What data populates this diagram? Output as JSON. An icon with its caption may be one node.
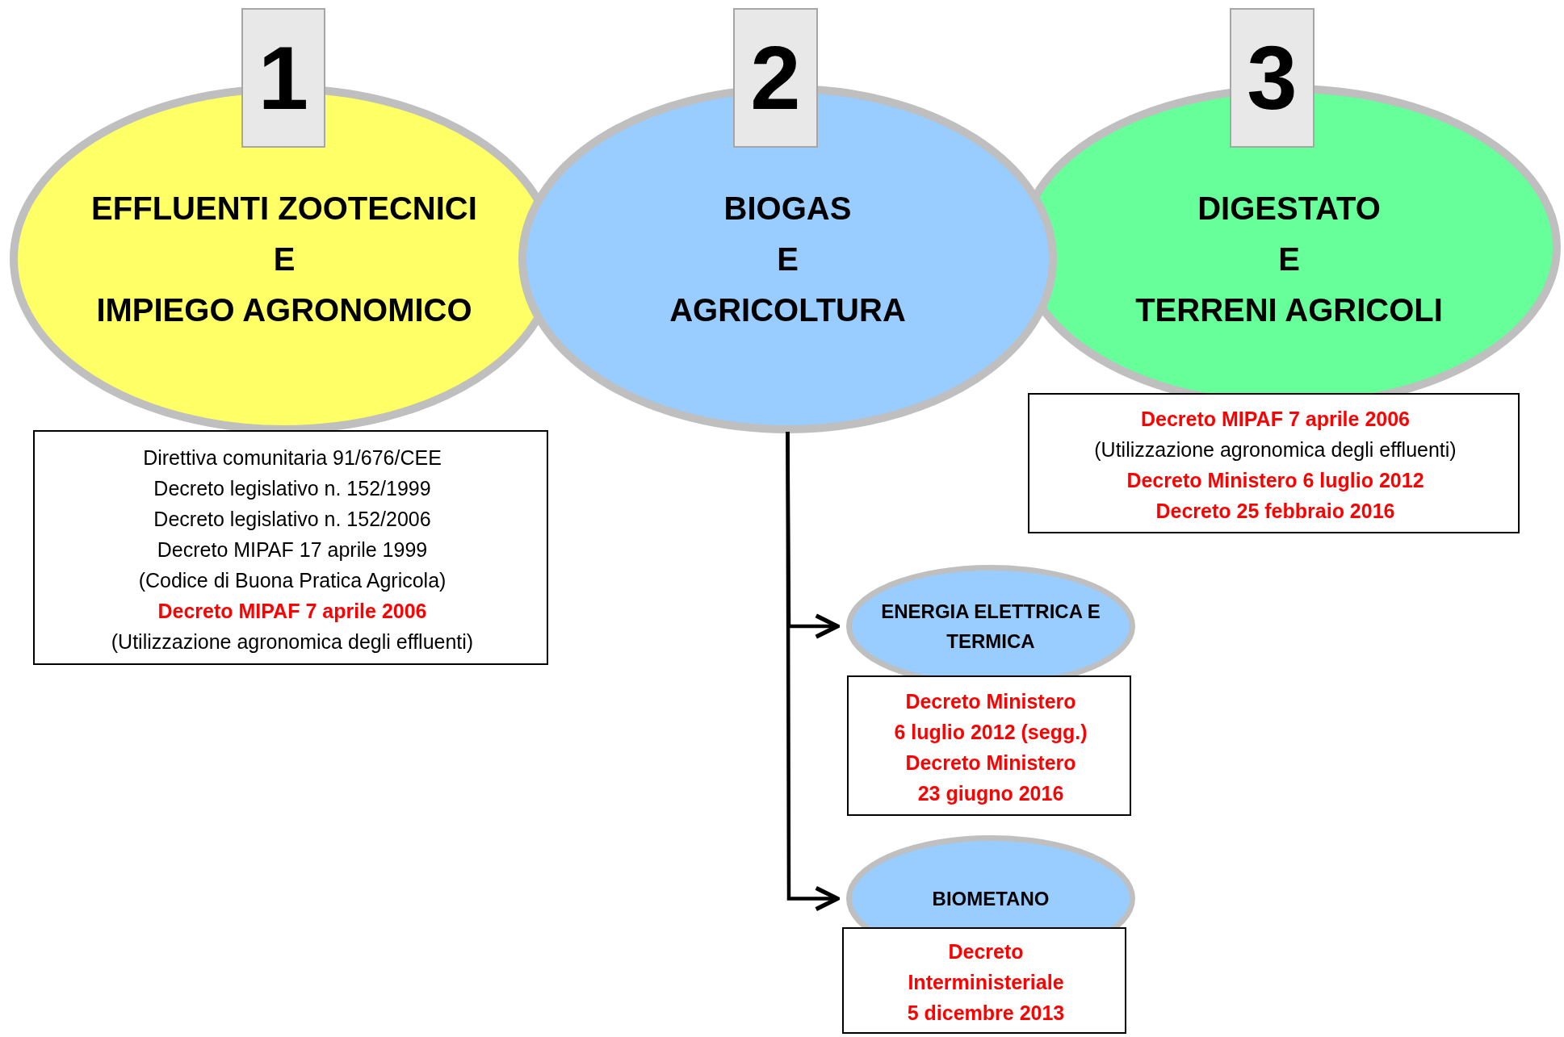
{
  "diagram": {
    "nodes": [
      {
        "text": [
          "1"
        ]
      },
      {
        "text": [
          "2"
        ]
      },
      {
        "text": [
          "3"
        ]
      },
      {
        "text": [
          "EFFLUENTI ZOOTECNICI",
          "E",
          "IMPIEGO AGRONOMICO"
        ]
      },
      {
        "text": [
          "BIOGAS",
          "E",
          "AGRICOLTURA"
        ]
      },
      {
        "text": [
          "DIGESTATO",
          "E",
          "TERRENI AGRICOLI"
        ]
      },
      {
        "text": [
          "**Decreto MIPAF 7 aprile 2006**",
          "(Utilizzazione agronomica degli effluenti)",
          "**Decreto Ministero 6 luglio 2012**",
          "**Decreto 25 febbraio 2016**"
        ]
      },
      {
        "text": [
          "Direttiva comunitaria 91/676/CEE",
          "Decreto legislativo n. 152/1999",
          "Decreto legislativo n. 152/2006",
          "Decreto MIPAF 17 aprile 1999",
          "(Codice di Buona Pratica Agricola)",
          "**Decreto MIPAF 7 aprile 2006**",
          "(Utilizzazione agronomica degli effluenti)"
        ]
      },
      {
        "text": [
          "ENERGIA ELETTRICA E TERMICA"
        ]
      },
      {
        "text": [
          "**Decreto Ministero**",
          "**6 luglio 2012 (segg.)**",
          "**Decreto Ministero**",
          "**23 giugno 2016**"
        ]
      },
      {
        "text": [
          "BIOMETANO"
        ]
      },
      {
        "text": [
          "**Decreto Interministeriale 5 dicembre 2013**"
        ]
      }
    ],
    "edges": [
      {
        "from": 4,
        "to": 8,
        "arrow": "to"
      },
      {
        "from": 4,
        "to": 10,
        "arrow": "to"
      }
    ]
  }
}
